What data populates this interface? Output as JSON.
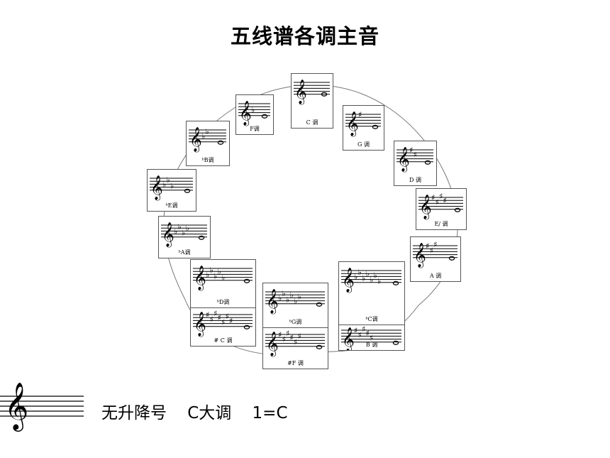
{
  "title": "五线谱各调主音",
  "keys": [
    {
      "id": "C",
      "acc": "natural",
      "n": 0,
      "label": "C 调"
    },
    {
      "id": "G",
      "acc": "sharp",
      "n": 1,
      "label": "G 调"
    },
    {
      "id": "D",
      "acc": "sharp",
      "n": 2,
      "label": "D 调"
    },
    {
      "id": "E",
      "acc": "sharp",
      "n": 4,
      "label": "E/ 调"
    },
    {
      "id": "A",
      "acc": "sharp",
      "n": 3,
      "label": "A 调"
    },
    {
      "id": "B",
      "acc": "sharp",
      "n": 5,
      "label": "B 调"
    },
    {
      "id": "Cb",
      "acc": "flat",
      "n": 7,
      "label": "ᵇC调"
    },
    {
      "id": "Fs",
      "acc": "sharp",
      "n": 6,
      "label": "#F 调"
    },
    {
      "id": "Gb",
      "acc": "flat",
      "n": 6,
      "label": "ᵇG调"
    },
    {
      "id": "Cs",
      "acc": "sharp",
      "n": 7,
      "label": "# C 调"
    },
    {
      "id": "Db",
      "acc": "flat",
      "n": 5,
      "label": "ᵇD调"
    },
    {
      "id": "Ab",
      "acc": "flat",
      "n": 4,
      "label": "ᵇA调"
    },
    {
      "id": "Eb",
      "acc": "flat",
      "n": 3,
      "label": "ᵇE调"
    },
    {
      "id": "Bb",
      "acc": "flat",
      "n": 2,
      "label": "ᵇB调"
    },
    {
      "id": "F",
      "acc": "flat",
      "n": 1,
      "label": "F调"
    }
  ],
  "bottom": {
    "text": "无升降号    C大调    1=C",
    "clef": "treble-clef-icon"
  }
}
